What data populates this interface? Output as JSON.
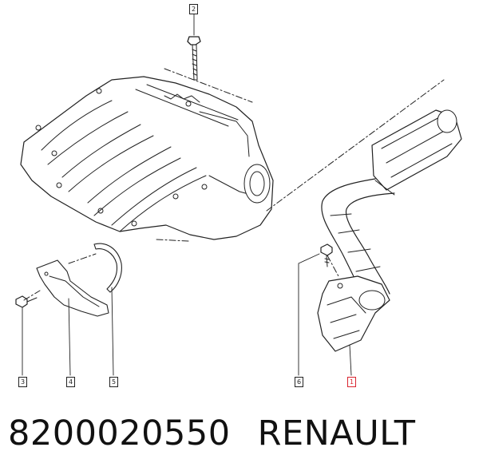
{
  "callouts": {
    "c1": "1",
    "c2": "2",
    "c3": "3",
    "c4": "4",
    "c5": "5",
    "c6": "6"
  },
  "caption": {
    "part_number": "8200020550",
    "brand": "RENAULT"
  },
  "colors": {
    "line": "#222222",
    "highlight": "#d9232e"
  }
}
